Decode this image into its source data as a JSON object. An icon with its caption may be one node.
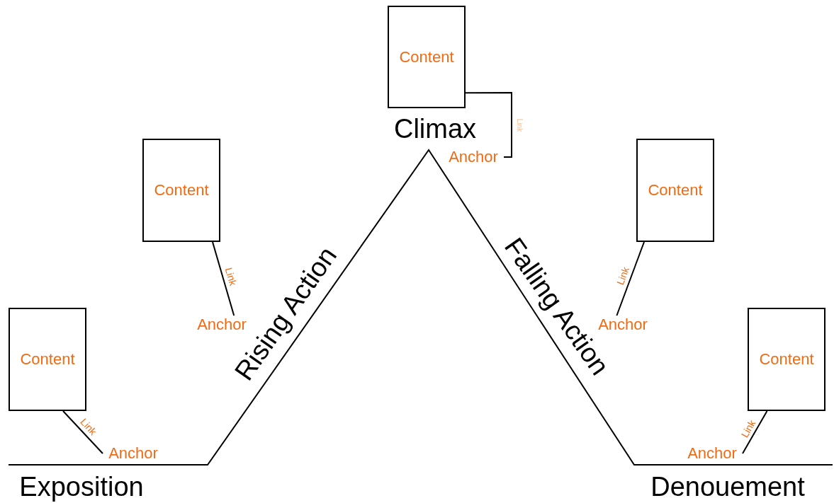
{
  "diagram": {
    "nodes": [
      {
        "text": [
          "Content"
        ]
      },
      {
        "text": [
          "Anchor"
        ]
      },
      {
        "text": [
          "Content"
        ]
      },
      {
        "text": [
          "Anchor"
        ]
      },
      {
        "text": [
          "Content"
        ]
      },
      {
        "text": [
          "Anchor"
        ]
      },
      {
        "text": [
          "Content"
        ]
      },
      {
        "text": [
          "Anchor"
        ]
      },
      {
        "text": [
          "Content"
        ]
      },
      {
        "text": [
          "Anchor"
        ]
      }
    ],
    "edges": [
      {
        "from": 0,
        "to": 1,
        "arrow": "none",
        "label": "Link"
      },
      {
        "from": 2,
        "to": 3,
        "arrow": "none",
        "label": "Link"
      },
      {
        "from": 4,
        "to": 5,
        "arrow": "none",
        "label": "Link"
      },
      {
        "from": 6,
        "to": 7,
        "arrow": "none",
        "label": "Link"
      },
      {
        "from": 8,
        "to": 9,
        "arrow": "none",
        "label": "Link"
      }
    ],
    "labels": [
      "Climax",
      "Rising Action",
      "Falling Action",
      "Exposition",
      "Denouement"
    ]
  }
}
